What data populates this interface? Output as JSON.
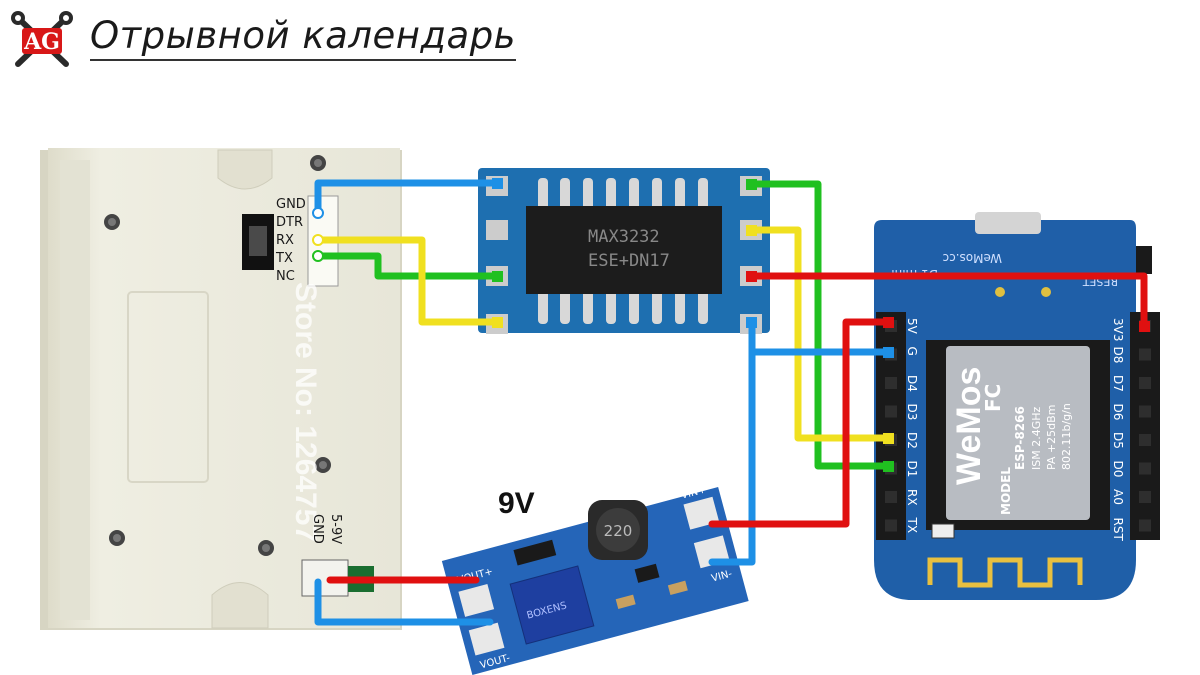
{
  "header": {
    "title": "Отрывной календарь",
    "logo_text": "AG"
  },
  "printer": {
    "pins_serial": [
      "GND",
      "DTR",
      "RX",
      "TX",
      "NC"
    ],
    "power_label_1": "5-9V",
    "power_label_2": "GND",
    "watermark": "Store No: 1264757"
  },
  "max3232": {
    "chip_line1": "MAX3232",
    "chip_line2": "ESE+DN17"
  },
  "boost": {
    "voltage_label": "9V",
    "vin_plus": "VIN+",
    "vin_minus": "VIN-",
    "vout_plus": "VOUT+",
    "vout_minus": "VOUT-",
    "inductor": "220",
    "pot_text": "BOXENS"
  },
  "wemos": {
    "brand_top": "WeMos.cc",
    "mini_label": "D1 mini",
    "reset": "RESET",
    "left_pins": [
      "5V",
      "G",
      "D4",
      "D3",
      "D2",
      "D1",
      "RX",
      "TX"
    ],
    "right_pins": [
      "3V3",
      "D8",
      "D7",
      "D6",
      "D5",
      "D0",
      "A0",
      "RST"
    ],
    "module_brand": "WeMos",
    "module_lines": [
      "ESP-8266",
      "ISM 2.4GHz",
      "PA +25dBm",
      "802.11b/g/n"
    ],
    "model": "MODEL",
    "fc": "FC"
  },
  "colors": {
    "wire_blue": "#1e90e6",
    "wire_red": "#e01010",
    "wire_yellow": "#f0e020",
    "wire_green": "#20c020",
    "pcb_blue": "#1f5fa8",
    "printer_body": "#ecebdf"
  }
}
